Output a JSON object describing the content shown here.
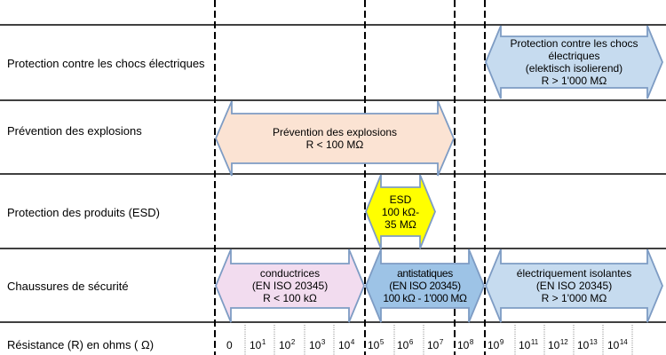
{
  "rows": {
    "shock_protection": "Protection contre les chocs électriques",
    "explosion_prevention": "Prévention des explosions",
    "product_protection": "Protection des produits (ESD)",
    "safety_shoes": "Chaussures de sécurité"
  },
  "arrows": {
    "shock_protection": {
      "lines": [
        "Protection contre les chocs",
        "électriques",
        "(elektisch isolierend)",
        "R > 1'000 MΩ"
      ],
      "fill": "#c6dbef"
    },
    "explosion_prevention": {
      "lines": [
        "Prévention des explosions",
        "R < 100 MΩ"
      ],
      "fill": "#fbe3d3"
    },
    "esd": {
      "lines": [
        "ESD",
        "100 kΩ-",
        "35 MΩ"
      ],
      "fill": "#ffff00"
    },
    "conductive": {
      "lines": [
        "conductrices",
        "(EN ISO 20345)",
        "R < 100 kΩ"
      ],
      "fill": "#f2dcef"
    },
    "antistatic": {
      "lines": [
        "antistatiques",
        "(EN ISO 20345)",
        "100 kΩ - 1'000 MΩ"
      ],
      "fill": "#9dc3e6"
    },
    "insulating": {
      "lines": [
        "électriquement isolantes",
        "(EN ISO 20345)",
        "R > 1'000 MΩ"
      ],
      "fill": "#c6dbef"
    }
  },
  "scale": {
    "label": "Résistance (R) en ohms ( Ω)",
    "ticks": [
      {
        "base": "0"
      },
      {
        "base": "10",
        "exp": "1"
      },
      {
        "base": "10",
        "exp": "2"
      },
      {
        "base": "10",
        "exp": "3"
      },
      {
        "base": "10",
        "exp": "4"
      },
      {
        "base": "10",
        "exp": "5"
      },
      {
        "base": "10",
        "exp": "6"
      },
      {
        "base": "10",
        "exp": "7"
      },
      {
        "base": "10",
        "exp": "8"
      },
      {
        "base": "10",
        "exp": "9"
      },
      {
        "base": "10",
        "exp": "11"
      },
      {
        "base": "10",
        "exp": "12"
      },
      {
        "base": "10",
        "exp": "13"
      },
      {
        "base": "10",
        "exp": "14"
      }
    ]
  },
  "colors": {
    "line": "#000000",
    "arrow_border": "#7e9cc4",
    "scale_separator": "#808080"
  }
}
